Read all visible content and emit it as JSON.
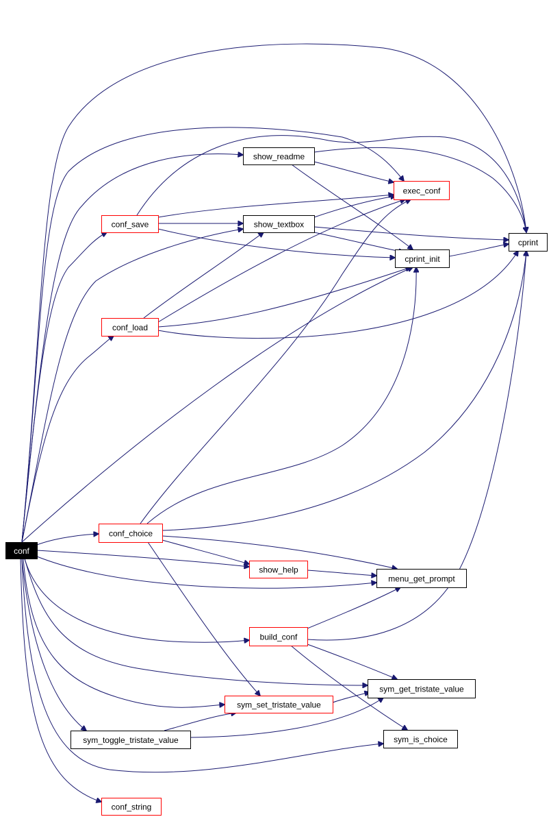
{
  "diagram": {
    "colors": {
      "edge": "#191970",
      "root_fill": "#000000",
      "root_text": "#ffffff",
      "linked_border": "#ff0000",
      "plain_border": "#000000",
      "node_fill": "#ffffff",
      "node_text": "#000000"
    },
    "nodes": [
      {
        "id": "conf",
        "label": "conf",
        "style": "root"
      },
      {
        "id": "conf_save",
        "label": "conf_save",
        "style": "linked"
      },
      {
        "id": "conf_load",
        "label": "conf_load",
        "style": "linked"
      },
      {
        "id": "conf_choice",
        "label": "conf_choice",
        "style": "linked"
      },
      {
        "id": "show_readme",
        "label": "show_readme",
        "style": "plain"
      },
      {
        "id": "show_textbox",
        "label": "show_textbox",
        "style": "plain"
      },
      {
        "id": "exec_conf",
        "label": "exec_conf",
        "style": "linked"
      },
      {
        "id": "cprint_init",
        "label": "cprint_init",
        "style": "plain"
      },
      {
        "id": "cprint",
        "label": "cprint",
        "style": "plain"
      },
      {
        "id": "show_help",
        "label": "show_help",
        "style": "linked"
      },
      {
        "id": "menu_get_prompt",
        "label": "menu_get_prompt",
        "style": "plain"
      },
      {
        "id": "build_conf",
        "label": "build_conf",
        "style": "linked"
      },
      {
        "id": "sym_get_tristate_value",
        "label": "sym_get_tristate_value",
        "style": "plain"
      },
      {
        "id": "sym_set_tristate_value",
        "label": "sym_set_tristate_value",
        "style": "linked"
      },
      {
        "id": "sym_toggle_tristate_value",
        "label": "sym_toggle_tristate_value",
        "style": "plain"
      },
      {
        "id": "sym_is_choice",
        "label": "sym_is_choice",
        "style": "plain"
      },
      {
        "id": "conf_string",
        "label": "conf_string",
        "style": "linked"
      }
    ],
    "edges": [
      {
        "from": "conf",
        "to": "cprint"
      },
      {
        "from": "conf",
        "to": "exec_conf"
      },
      {
        "from": "conf",
        "to": "show_readme"
      },
      {
        "from": "conf",
        "to": "conf_save"
      },
      {
        "from": "conf",
        "to": "show_textbox"
      },
      {
        "from": "conf",
        "to": "conf_load"
      },
      {
        "from": "conf",
        "to": "cprint_init"
      },
      {
        "from": "conf",
        "to": "conf_choice"
      },
      {
        "from": "conf",
        "to": "show_help"
      },
      {
        "from": "conf",
        "to": "menu_get_prompt"
      },
      {
        "from": "conf",
        "to": "build_conf"
      },
      {
        "from": "conf",
        "to": "sym_get_tristate_value"
      },
      {
        "from": "conf",
        "to": "sym_set_tristate_value"
      },
      {
        "from": "conf",
        "to": "sym_toggle_tristate_value"
      },
      {
        "from": "conf",
        "to": "sym_is_choice"
      },
      {
        "from": "conf",
        "to": "conf_string"
      },
      {
        "from": "show_readme",
        "to": "exec_conf"
      },
      {
        "from": "show_readme",
        "to": "cprint"
      },
      {
        "from": "show_readme",
        "to": "cprint_init"
      },
      {
        "from": "conf_save",
        "to": "cprint"
      },
      {
        "from": "conf_save",
        "to": "exec_conf"
      },
      {
        "from": "conf_save",
        "to": "show_textbox"
      },
      {
        "from": "conf_save",
        "to": "cprint_init"
      },
      {
        "from": "show_textbox",
        "to": "exec_conf"
      },
      {
        "from": "show_textbox",
        "to": "cprint"
      },
      {
        "from": "show_textbox",
        "to": "cprint_init"
      },
      {
        "from": "cprint_init",
        "to": "cprint"
      },
      {
        "from": "conf_load",
        "to": "show_textbox"
      },
      {
        "from": "conf_load",
        "to": "exec_conf"
      },
      {
        "from": "conf_load",
        "to": "cprint_init"
      },
      {
        "from": "conf_load",
        "to": "cprint"
      },
      {
        "from": "conf_choice",
        "to": "exec_conf"
      },
      {
        "from": "conf_choice",
        "to": "cprint_init"
      },
      {
        "from": "conf_choice",
        "to": "cprint"
      },
      {
        "from": "conf_choice",
        "to": "show_help"
      },
      {
        "from": "conf_choice",
        "to": "menu_get_prompt"
      },
      {
        "from": "conf_choice",
        "to": "sym_set_tristate_value"
      },
      {
        "from": "show_help",
        "to": "menu_get_prompt"
      },
      {
        "from": "build_conf",
        "to": "menu_get_prompt"
      },
      {
        "from": "build_conf",
        "to": "cprint"
      },
      {
        "from": "build_conf",
        "to": "sym_get_tristate_value"
      },
      {
        "from": "build_conf",
        "to": "sym_is_choice"
      },
      {
        "from": "sym_set_tristate_value",
        "to": "sym_get_tristate_value"
      },
      {
        "from": "sym_toggle_tristate_value",
        "to": "sym_set_tristate_value"
      },
      {
        "from": "sym_toggle_tristate_value",
        "to": "sym_get_tristate_value"
      }
    ]
  }
}
